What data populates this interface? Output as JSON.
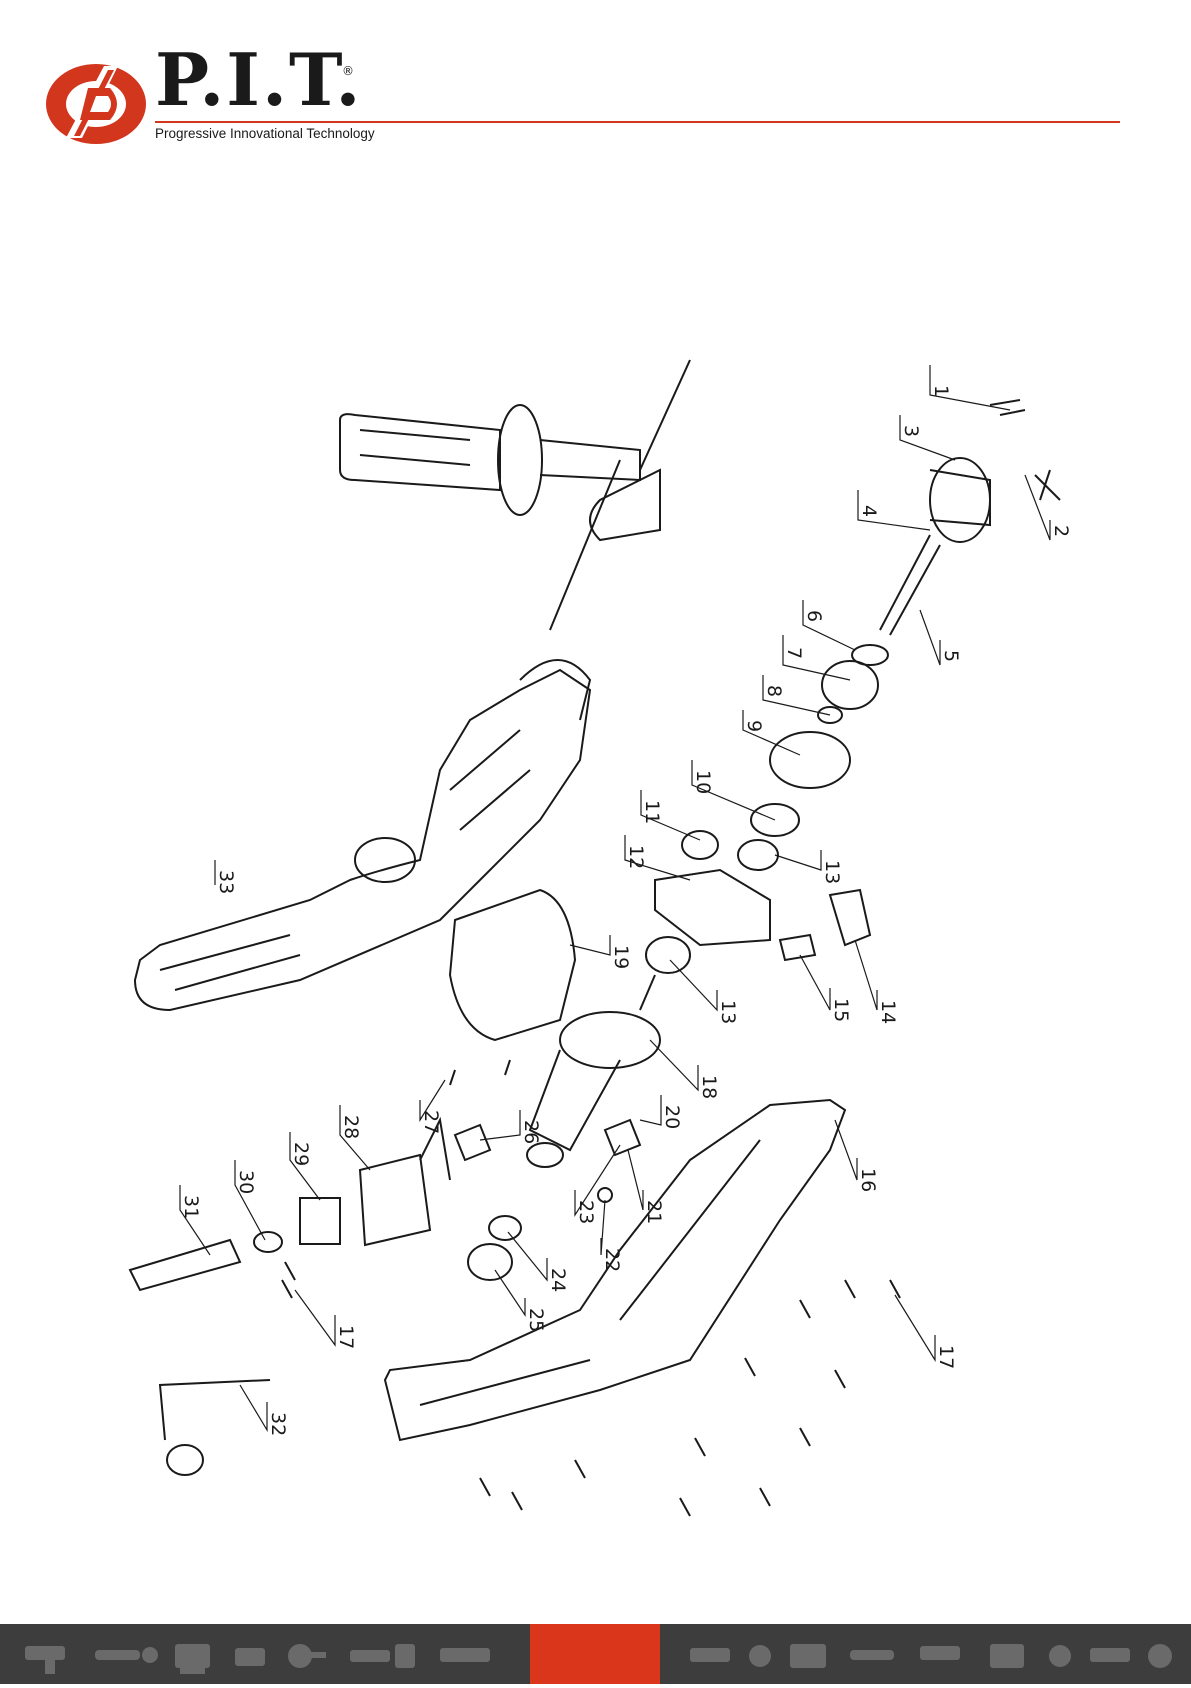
{
  "brand": {
    "name": "P.I.T.",
    "registered": "®",
    "tagline": "Progressive Innovational Technology",
    "colors": {
      "accent": "#d2361d",
      "text": "#1a1a1a",
      "footer": "#3d3d3d",
      "footer_accent": "#d9361c"
    }
  },
  "diagram": {
    "labels": [
      "1",
      "2",
      "3",
      "4",
      "5",
      "6",
      "7",
      "8",
      "9",
      "10",
      "11",
      "12",
      "13",
      "13",
      "14",
      "15",
      "16",
      "17",
      "17",
      "18",
      "19",
      "20",
      "21",
      "22",
      "23",
      "24",
      "25",
      "26",
      "27",
      "28",
      "29",
      "30",
      "31",
      "32",
      "33"
    ]
  },
  "footer": {
    "icons": [
      "drill-icon",
      "chainsaw-icon",
      "generator-icon",
      "sander-icon",
      "mixer-icon",
      "saw-icon"
    ]
  }
}
